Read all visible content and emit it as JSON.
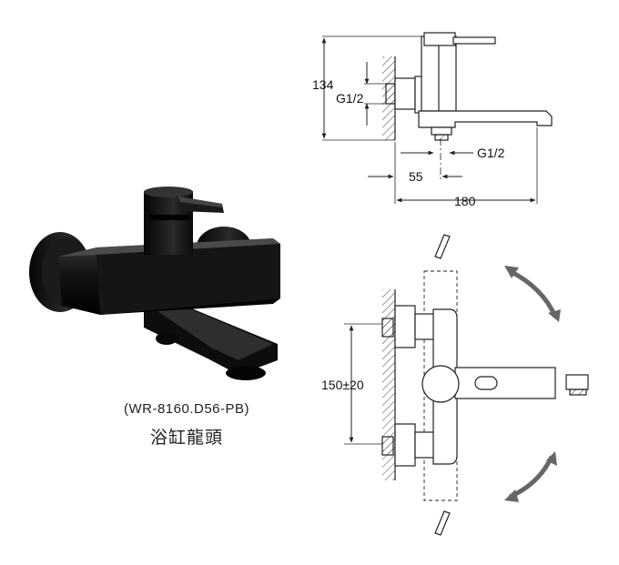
{
  "product": {
    "model": "(WR-8160.D56-PB)",
    "name": "浴缸龍頭"
  },
  "side_view": {
    "dim_height": "134",
    "dim_inlet": "G1/2",
    "dim_outlet": "G1/2",
    "dim_offset": "55",
    "dim_length": "180"
  },
  "top_view": {
    "dim_centers": "150±20"
  },
  "colors": {
    "product": "#111111",
    "line": "#222222",
    "arrow": "#555555"
  }
}
